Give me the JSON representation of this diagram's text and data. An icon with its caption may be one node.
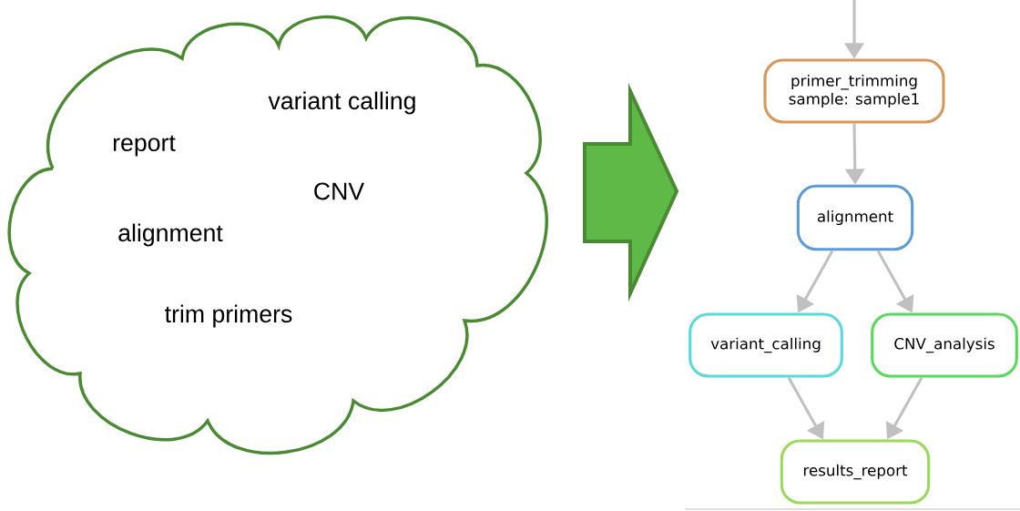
{
  "diagram": {
    "nodes": [
      {
        "text": [
          "variant calling",
          "report",
          "CNV",
          "alignment",
          "trim primers"
        ]
      },
      {
        "text": [
          "primer_trimming",
          "sample: sample1"
        ]
      },
      {
        "text": [
          "alignment"
        ]
      },
      {
        "text": [
          "variant_calling"
        ]
      },
      {
        "text": [
          "CNV_analysis"
        ]
      },
      {
        "text": [
          "results_report"
        ]
      }
    ],
    "edges": [
      {
        "from": null,
        "to": 1,
        "arrow": "to"
      },
      {
        "from": 1,
        "to": 2,
        "arrow": "to"
      },
      {
        "from": 2,
        "to": 3,
        "arrow": "to"
      },
      {
        "from": 2,
        "to": 4,
        "arrow": "to"
      },
      {
        "from": 3,
        "to": 5,
        "arrow": "to"
      },
      {
        "from": 4,
        "to": 5,
        "arrow": "to"
      }
    ]
  }
}
